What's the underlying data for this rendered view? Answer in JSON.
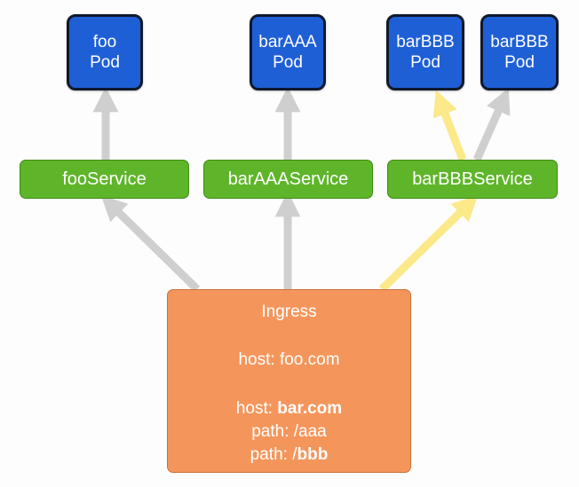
{
  "pods": [
    {
      "line1": "foo",
      "line2": "Pod"
    },
    {
      "line1": "barAAA",
      "line2": "Pod"
    },
    {
      "line1": "barBBB",
      "line2": "Pod"
    },
    {
      "line1": "barBBB",
      "line2": "Pod"
    }
  ],
  "services": [
    {
      "label": "fooService"
    },
    {
      "label": "barAAAService"
    },
    {
      "label": "barBBBService"
    }
  ],
  "ingress": {
    "title": "Ingress",
    "host1_prefix": "host: ",
    "host1_value": "foo.com",
    "host2_prefix": "host: ",
    "host2_value": "bar.com",
    "path1": "path: /aaa",
    "path2_prefix": "path: /",
    "path2_value": "bbb"
  },
  "colors": {
    "pod": "#1f5fd6",
    "service": "#5fb52a",
    "ingress": "#f4965c",
    "arrow_default": "#cfcfcf",
    "arrow_highlight": "#fbe98a"
  }
}
